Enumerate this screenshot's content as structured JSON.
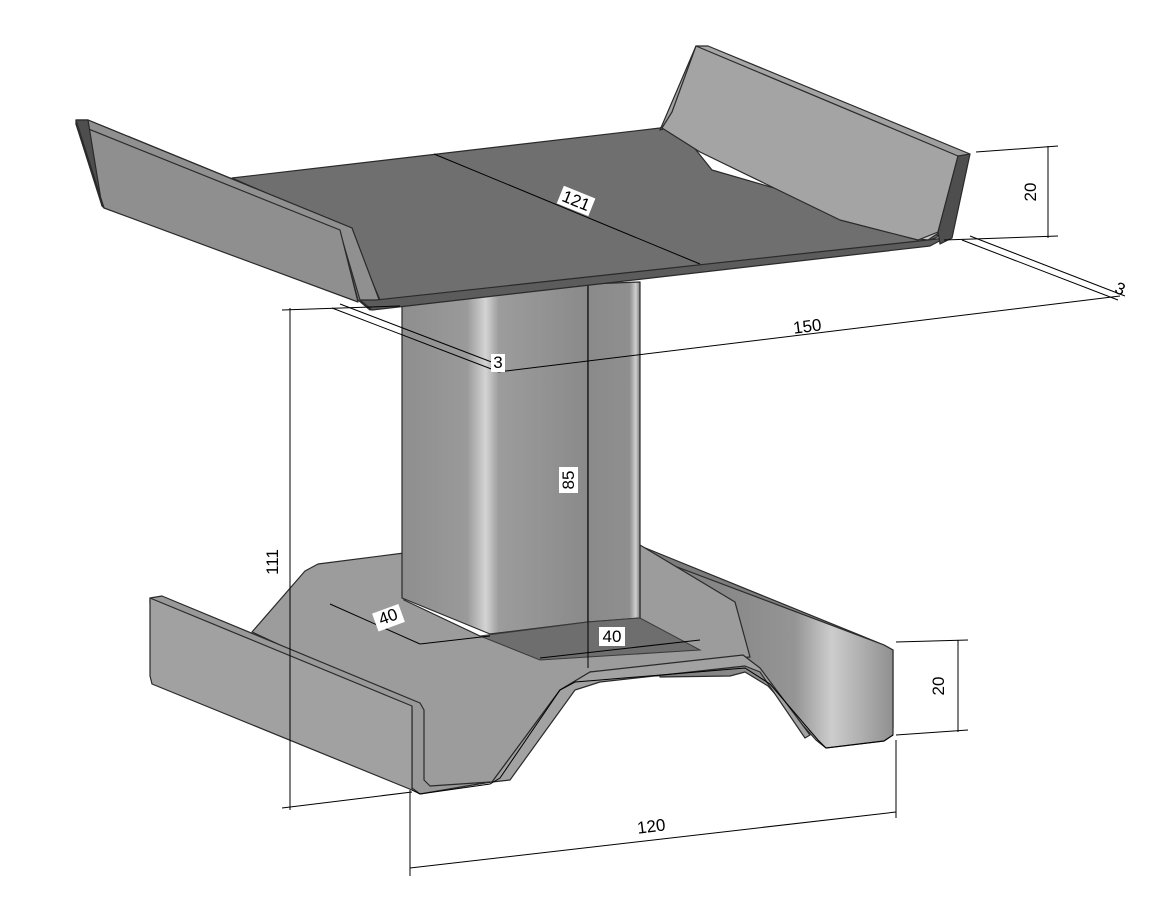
{
  "dimensions": {
    "top_flange_height": "20",
    "top_thickness": "3",
    "top_channel_width": "121",
    "top_length": "150",
    "web_thickness": "3",
    "web_height": "85",
    "overall_height": "111",
    "base_width": "120",
    "base_flange_height": "20",
    "web_depth": "40",
    "web_width": "40"
  },
  "colors": {
    "top_face": "#6f6f6f",
    "side_light": "#a6a6a6",
    "side_mid": "#8c8c8c",
    "side_dark": "#5a5a5a",
    "web_front": "#949494",
    "web_side": "#858585",
    "base_top": "#9a9a9a"
  }
}
